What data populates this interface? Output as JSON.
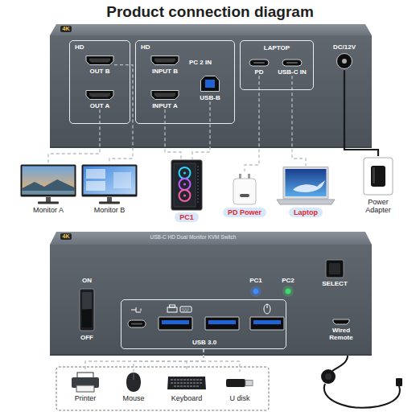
{
  "diagram": {
    "title": "Product connection diagram",
    "nodes": [
      {
        "text": [
          "HD"
        ]
      },
      {
        "text": [
          "OUT B"
        ],
        "in": 0
      },
      {
        "text": [
          "OUT A"
        ],
        "in": 0
      },
      {
        "text": [
          "HD",
          "PC 2 IN"
        ]
      },
      {
        "text": [
          "INPUT B"
        ],
        "in": 3
      },
      {
        "text": [
          "INPUT A"
        ],
        "in": 3
      },
      {
        "text": [
          "USB-B"
        ],
        "in": 3
      },
      {
        "text": [
          "LAPTOP"
        ]
      },
      {
        "text": [
          "PD"
        ],
        "in": 7
      },
      {
        "text": [
          "USB-C IN"
        ],
        "in": 7
      },
      {
        "text": [
          "DC/12V"
        ]
      },
      {
        "text": [
          "Monitor A"
        ]
      },
      {
        "text": [
          "Monitor B"
        ]
      },
      {
        "text": [
          "PC1"
        ]
      },
      {
        "text": [
          "PD Power"
        ]
      },
      {
        "text": [
          "Laptop"
        ]
      },
      {
        "text": [
          "Power Adapter"
        ]
      },
      {
        "text": [
          "USB 3.0"
        ]
      },
      {
        "text": [
          "SELECT"
        ]
      },
      {
        "text": [
          "Wired Remote"
        ]
      },
      {
        "text": [
          "Printer"
        ]
      },
      {
        "text": [
          "Mouse"
        ]
      },
      {
        "text": [
          "Keyboard"
        ]
      },
      {
        "text": [
          "U disk"
        ]
      }
    ],
    "edges": [
      {
        "from": 1,
        "to": 12,
        "arrow": "none"
      },
      {
        "from": 2,
        "to": 11,
        "arrow": "none"
      },
      {
        "from": 5,
        "to": 13,
        "arrow": "none"
      },
      {
        "from": 6,
        "to": 13,
        "arrow": "none"
      },
      {
        "from": 8,
        "to": 14,
        "arrow": "none"
      },
      {
        "from": 9,
        "to": 15,
        "arrow": "none"
      },
      {
        "from": 10,
        "to": 16,
        "arrow": "none"
      },
      {
        "from": 17,
        "to": 20,
        "arrow": "none"
      },
      {
        "from": 17,
        "to": 21,
        "arrow": "none"
      },
      {
        "from": 17,
        "to": 22,
        "arrow": "none"
      },
      {
        "from": 17,
        "to": 23,
        "arrow": "none"
      }
    ],
    "labels": [
      "4K",
      "4K",
      "USB-C HD Dual Monitor KVM Switch",
      "ON",
      "OFF",
      "PC1",
      "PC2"
    ]
  }
}
